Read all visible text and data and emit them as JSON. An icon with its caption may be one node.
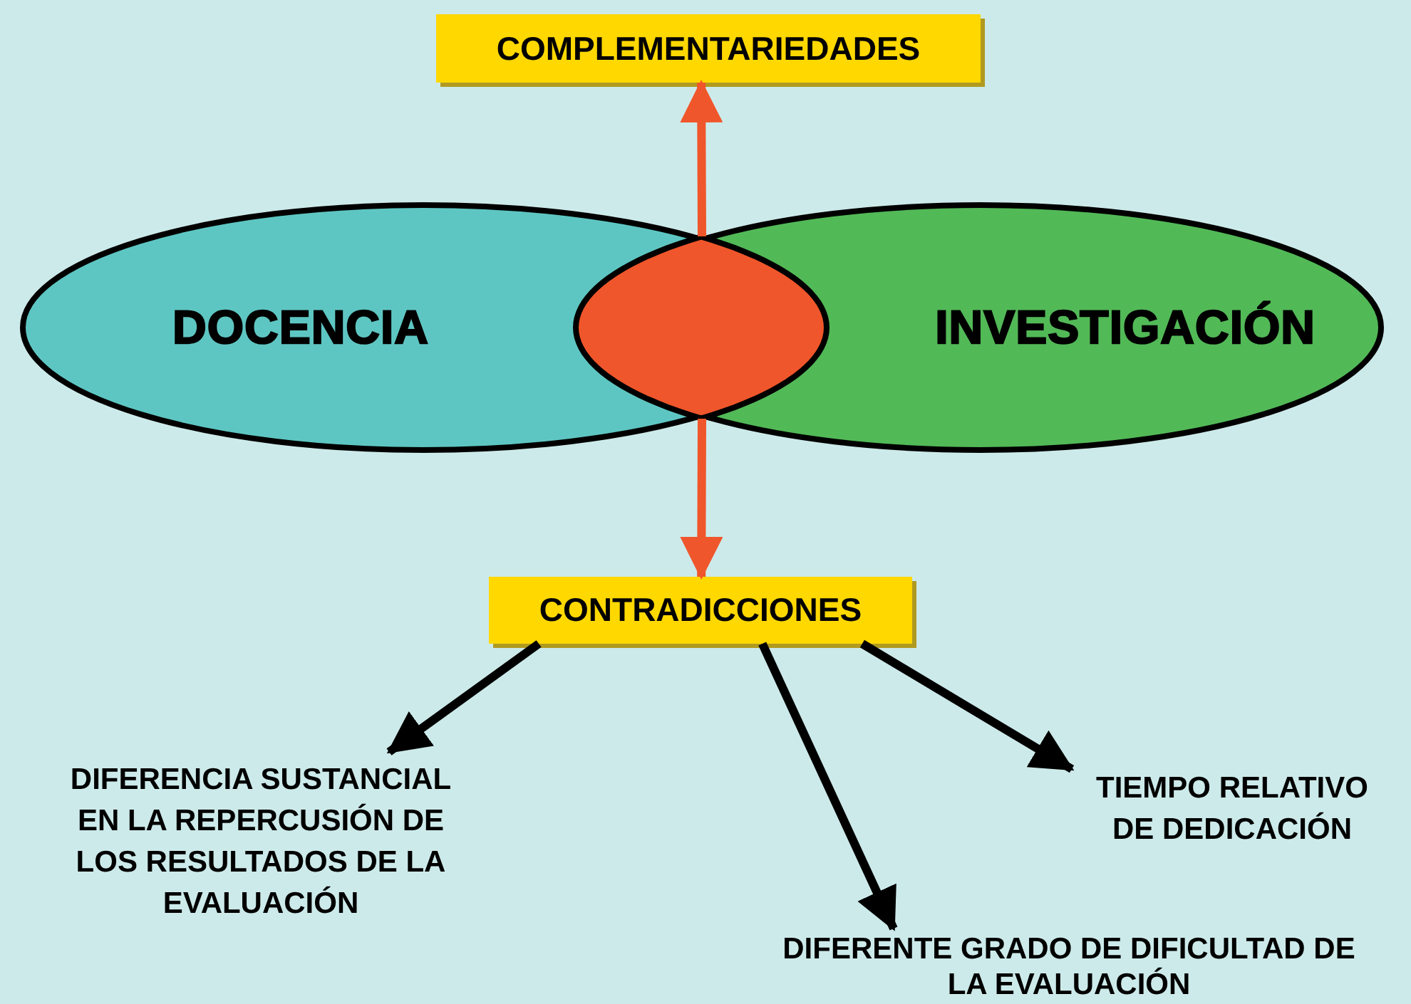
{
  "diagram": {
    "nodes": [
      {
        "text": [
          "COMPLEMENTARIEDADES"
        ]
      },
      {
        "text": [
          "DOCENCIA"
        ]
      },
      {
        "text": [],
        "shape": "lens"
      },
      {
        "text": [
          "INVESTIGACIÓN"
        ]
      },
      {
        "text": [
          "CONTRADICCIONES"
        ]
      },
      {
        "text": [
          "DIFERENCIA SUSTANCIAL EN LA REPERCUSIÓN DE LOS RESULTADOS DE LA EVALUACIÓN"
        ]
      },
      {
        "text": [
          "TIEMPO RELATIVO DE DEDICACIÓN"
        ]
      },
      {
        "text": [
          "DIFERENTE GRADO DE DIFICULTAD DE LA EVALUACIÓN"
        ]
      }
    ],
    "edges": [
      {
        "from": 2,
        "to": 0,
        "arrow": "to",
        "color": "#f0562b"
      },
      {
        "from": 2,
        "to": 4,
        "arrow": "to",
        "color": "#f0562b"
      },
      {
        "from": 4,
        "to": 5,
        "arrow": "to"
      },
      {
        "from": 4,
        "to": 7,
        "arrow": "to"
      },
      {
        "from": 4,
        "to": 6,
        "arrow": "to"
      }
    ]
  }
}
